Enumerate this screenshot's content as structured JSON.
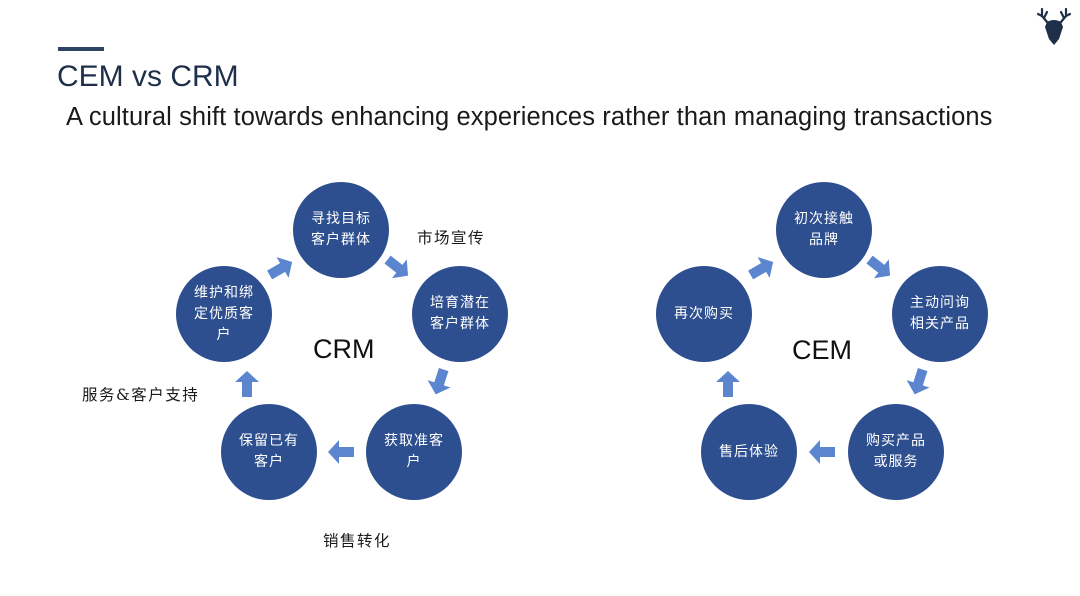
{
  "slide": {
    "title": "CEM vs CRM",
    "subtitle": "A cultural shift towards enhancing experiences rather than managing transactions"
  },
  "icons": {
    "logo": "deer-head-icon",
    "arrow": "arrow-icon"
  },
  "colors": {
    "node_fill": "#2e4f8f",
    "arrow_fill": "#5b86cf",
    "accent": "#2f4663"
  },
  "crm": {
    "center_label": "CRM",
    "nodes": [
      {
        "label": "寻找目标客户群体"
      },
      {
        "label": "培育潜在客户群体"
      },
      {
        "label": "获取准客户"
      },
      {
        "label": "保留已有客户"
      },
      {
        "label": "维护和绑定优质客户"
      }
    ],
    "side_labels": {
      "marketing": "市场宣传",
      "sales": "销售转化",
      "service": "服务&客户支持"
    }
  },
  "cem": {
    "center_label": "CEM",
    "nodes": [
      {
        "label": "初次接触品牌"
      },
      {
        "label": "主动问询相关产品"
      },
      {
        "label": "购买产品或服务"
      },
      {
        "label": "售后体验"
      },
      {
        "label": "再次购买"
      }
    ]
  }
}
